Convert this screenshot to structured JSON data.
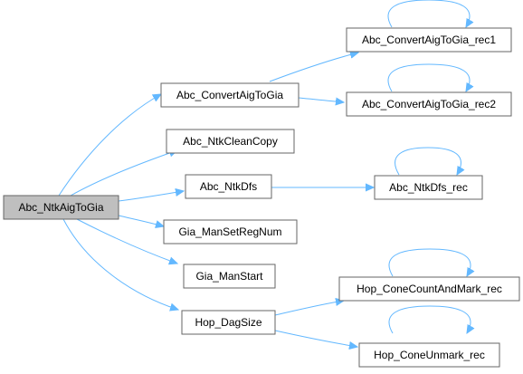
{
  "graph": {
    "edge_color": "#63b8ff",
    "node_border_color": "#666666",
    "root_fill": "#bfbfbf",
    "nodes": [
      {
        "id": "root",
        "label": "Abc_NtkAigToGia"
      },
      {
        "id": "convert",
        "label": "Abc_ConvertAigToGia"
      },
      {
        "id": "clean",
        "label": "Abc_NtkCleanCopy"
      },
      {
        "id": "dfs",
        "label": "Abc_NtkDfs"
      },
      {
        "id": "regnum",
        "label": "Gia_ManSetRegNum"
      },
      {
        "id": "start",
        "label": "Gia_ManStart"
      },
      {
        "id": "dag",
        "label": "Hop_DagSize"
      },
      {
        "id": "rec1",
        "label": "Abc_ConvertAigToGia_rec1"
      },
      {
        "id": "rec2",
        "label": "Abc_ConvertAigToGia_rec2"
      },
      {
        "id": "dfsrec",
        "label": "Abc_NtkDfs_rec"
      },
      {
        "id": "conecount",
        "label": "Hop_ConeCountAndMark_rec"
      },
      {
        "id": "coneunmark",
        "label": "Hop_ConeUnmark_rec"
      }
    ],
    "edges": [
      {
        "from": "root",
        "to": "convert"
      },
      {
        "from": "root",
        "to": "clean"
      },
      {
        "from": "root",
        "to": "dfs"
      },
      {
        "from": "root",
        "to": "regnum"
      },
      {
        "from": "root",
        "to": "start"
      },
      {
        "from": "root",
        "to": "dag"
      },
      {
        "from": "convert",
        "to": "rec1"
      },
      {
        "from": "convert",
        "to": "rec2"
      },
      {
        "from": "dfs",
        "to": "dfsrec"
      },
      {
        "from": "dag",
        "to": "conecount"
      },
      {
        "from": "dag",
        "to": "coneunmark"
      },
      {
        "from": "rec1",
        "to": "rec1"
      },
      {
        "from": "rec2",
        "to": "rec2"
      },
      {
        "from": "dfsrec",
        "to": "dfsrec"
      },
      {
        "from": "conecount",
        "to": "conecount"
      },
      {
        "from": "coneunmark",
        "to": "coneunmark"
      }
    ]
  }
}
